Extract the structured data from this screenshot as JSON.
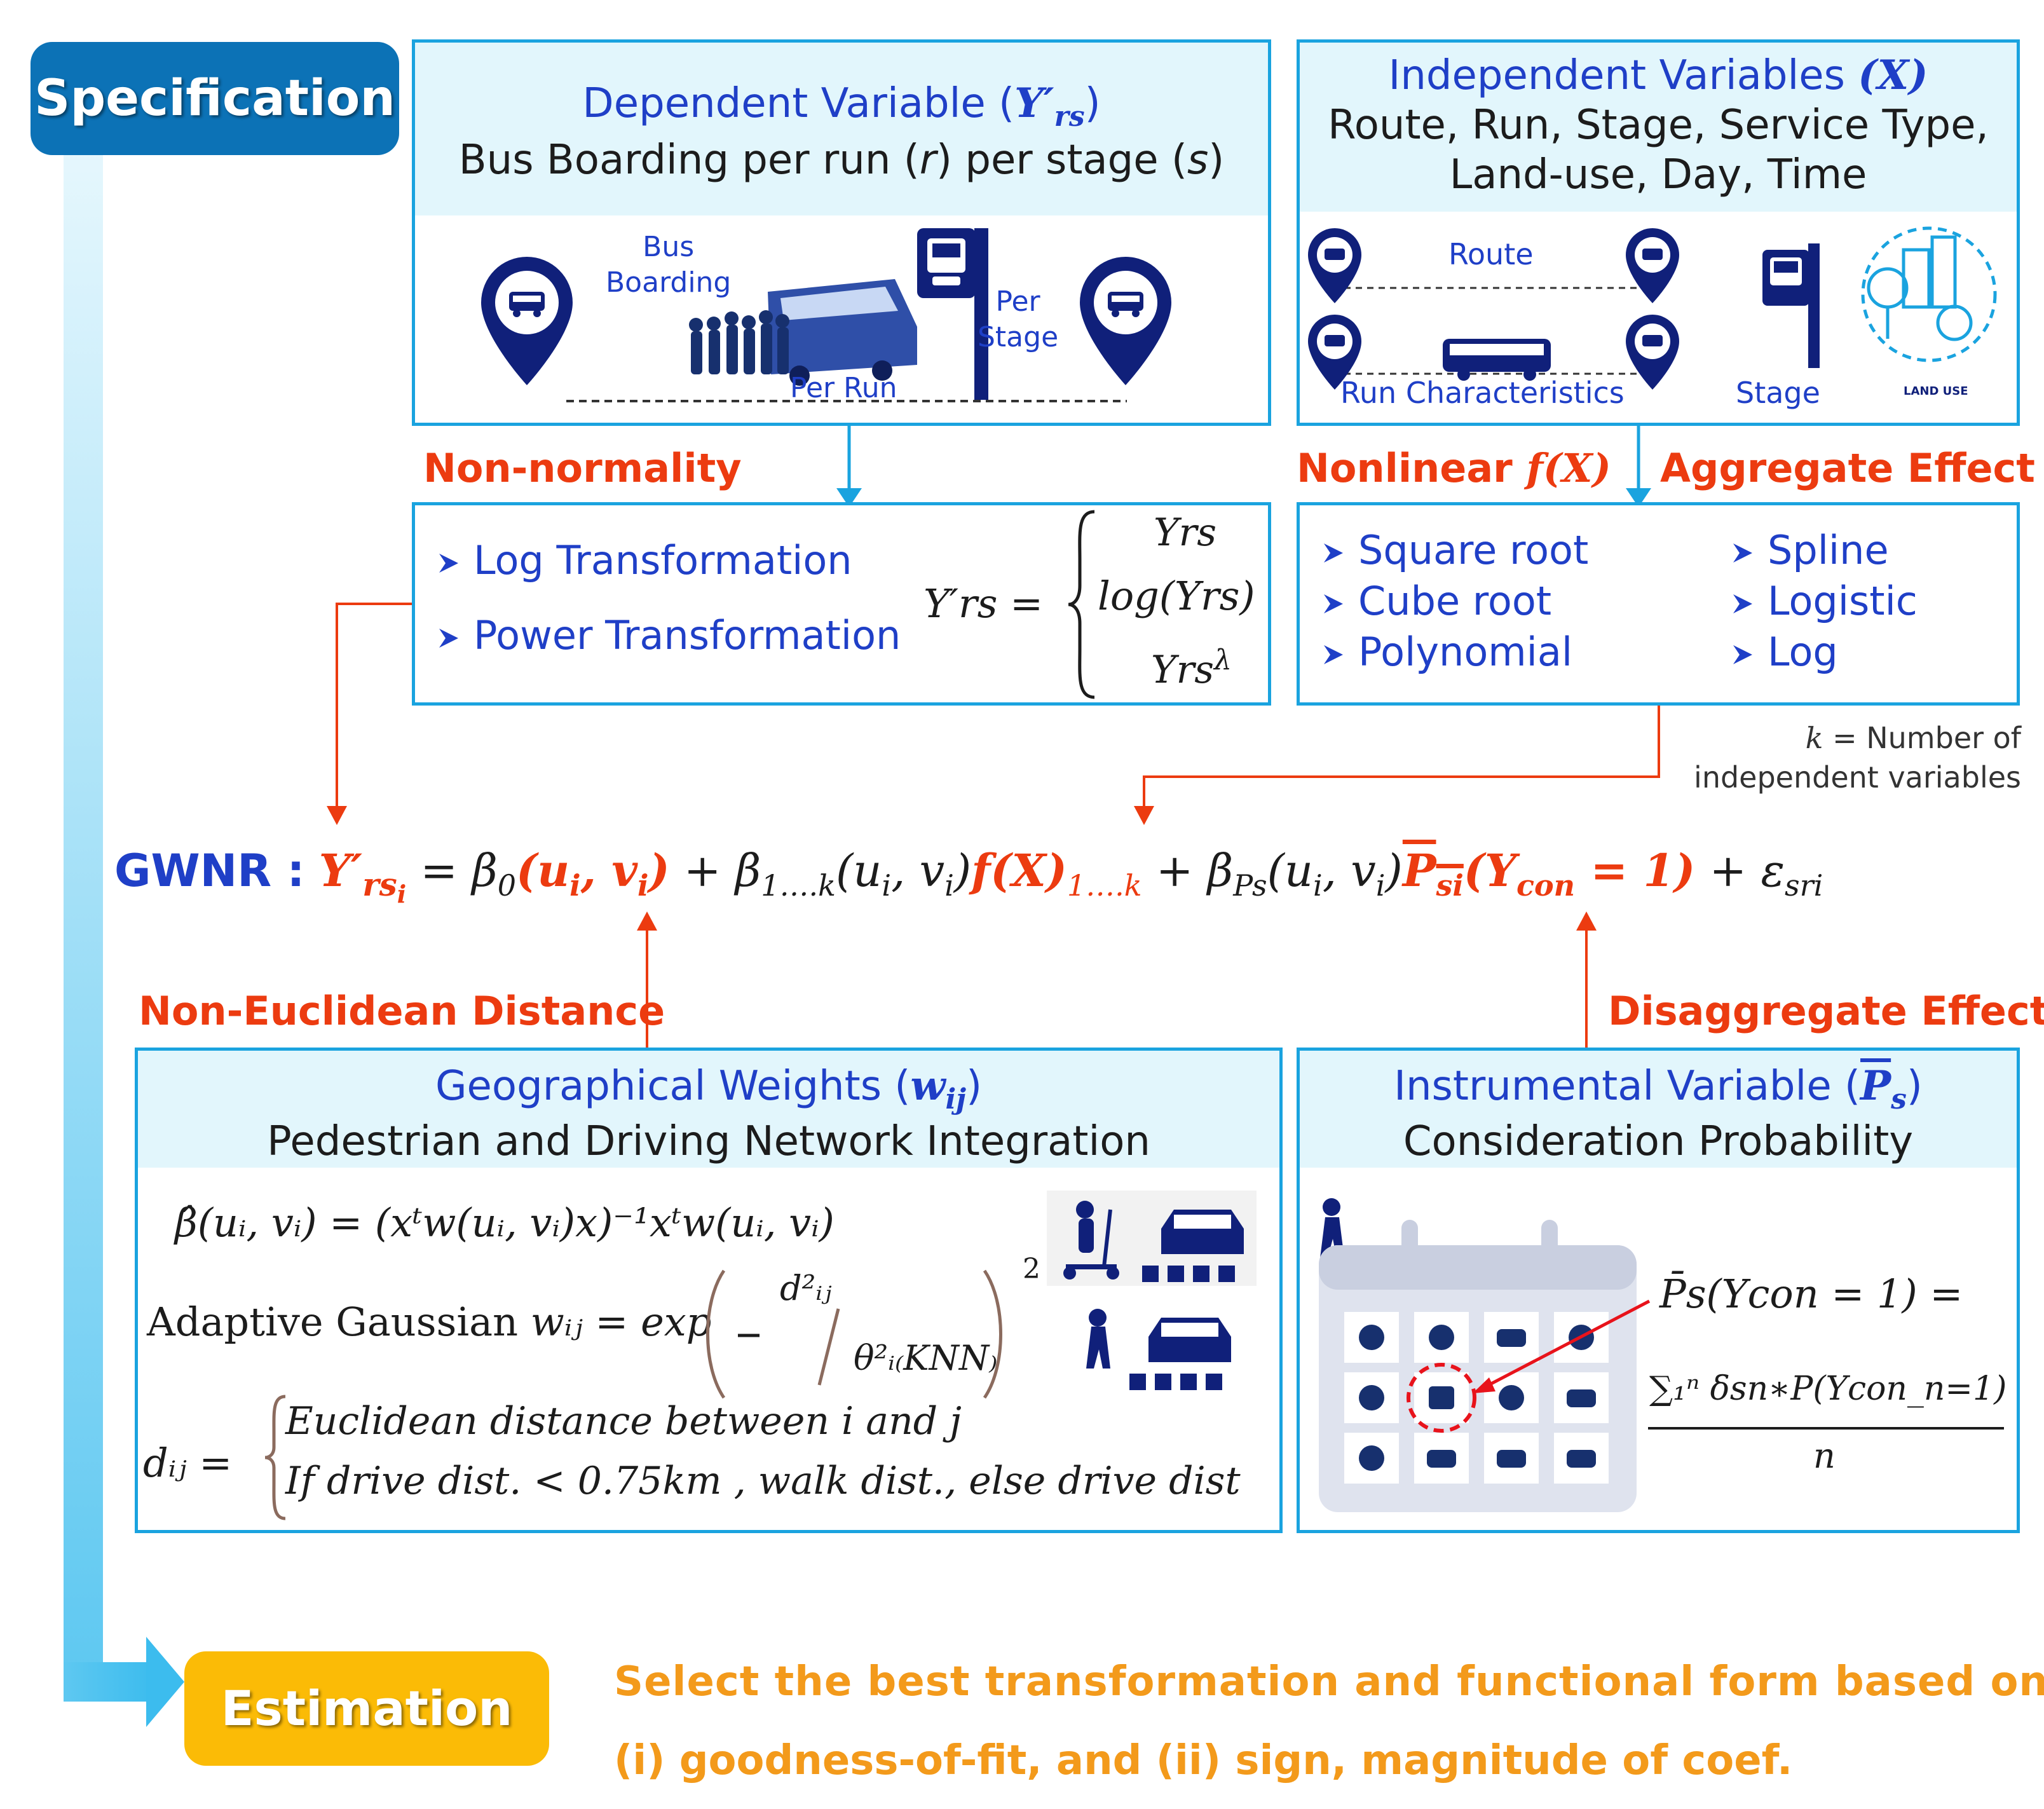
{
  "pills": {
    "specification": "Specification",
    "estimation": "Estimation"
  },
  "dependent": {
    "title_prefix": "Dependent Variable (",
    "title_symbol": "Y′",
    "title_sub": "rs",
    "title_suffix": ")",
    "subtitle_a": "Bus Boarding per run (",
    "subtitle_r": "r",
    "subtitle_b": ") per stage (",
    "subtitle_s": "s",
    "subtitle_c": ")",
    "label_bus_boarding_1": "Bus",
    "label_bus_boarding_2": "Boarding",
    "label_per_stage_1": "Per",
    "label_per_stage_2": "Stage",
    "label_per_run": "Per Run"
  },
  "independent": {
    "title_prefix": "Independent Variables ",
    "title_symbol": "(X)",
    "line1": "Route, Run, Stage, Service Type,",
    "line2": "Land-use, Day, Time",
    "label_route": "Route",
    "label_run": "Run Characteristics",
    "label_stage": "Stage",
    "label_landuse": "LAND USE"
  },
  "labels": {
    "non_normality": "Non-normality",
    "nonlinear": "Nonlinear ",
    "nonlinear_fx": "f(X)",
    "aggregate": "Aggregate Effect",
    "non_euclidean": "Non-Euclidean Distance",
    "disaggregate": "Disaggregate Effect"
  },
  "transform": {
    "items": [
      "Log Transformation",
      "Power Transformation"
    ],
    "lhs": "Y′rs =",
    "case1": "Yrs",
    "case2": "log(Yrs)",
    "case3": "Yrs",
    "case3_exp": "λ"
  },
  "functions": {
    "left": [
      "Square root",
      "Cube root",
      "Polynomial"
    ],
    "right": [
      "Spline",
      "Logistic",
      "Log"
    ]
  },
  "k_note": {
    "k": "k",
    "line1": " = Number of",
    "line2": "independent variables"
  },
  "gwnr": {
    "label": "GWNR :",
    "lhs": "Y′",
    "lhs_sub": "rs",
    "lhs_subsub": "i",
    "eq": " = β",
    "b0_sub": "0",
    "uv0": "(u",
    "uv0_i": "i",
    "uv0_mid": ", v",
    "uv0_end": ")",
    "plus1": " + β",
    "b1_sub": "1….k",
    "uv1": "(u",
    "uv1_mid": ", v",
    "uv1_end": ")",
    "fx": "f(X)",
    "fx_sub": "1….k",
    "plus2": " + β",
    "bps_sub": "Ps",
    "uv2": "(u",
    "uv2_mid": ", v",
    "uv2_end": ")",
    "psi": "P",
    "psi_sub": "si",
    "ycon": "(Y",
    "ycon_sub": "con",
    "ycon_end": " = 1)",
    "plus3": " + ε",
    "eps_sub": "sri"
  },
  "geo": {
    "title_prefix": "Geographical Weights (",
    "title_symbol": "w",
    "title_sub": "ij",
    "title_suffix": ")",
    "subtitle": "Pedestrian and Driving Network Integration",
    "beta_eq": "β̂(uᵢ, vᵢ) = (xᵗw(uᵢ, vᵢ)x)⁻¹xᵗw(uᵢ, vᵢ)",
    "adaptive_label": "Adaptive Gaussian ",
    "adaptive_eq": "wᵢⱼ = exp",
    "num": "d²ᵢⱼ",
    "den": "θ²ᵢ₍KNN₎",
    "power": "2",
    "d_lhs": "dᵢⱼ =",
    "d_case1": "Euclidean distance between i and j",
    "d_case2": "If drive dist. < 0.75km , walk dist., else drive dist"
  },
  "instr": {
    "title_prefix": "Instrumental Variable (",
    "title_symbol": "P",
    "title_sub": "s",
    "title_suffix": ")",
    "subtitle": "Consideration Probability",
    "eq_lhs": "P̄s(Ycon = 1) =",
    "numer": "∑₁ⁿ δsn∗P(Ycon_n=1)",
    "denom": "n"
  },
  "estimation": {
    "line1": "Select the best transformation and functional form based on",
    "line2": "(i) goodness-of-fit, and (ii) sign, magnitude of coef."
  },
  "colors": {
    "box_border": "#1aa3df",
    "header_fill": "#e2f6fc",
    "text_blue": "#1f3fc7",
    "accent_red": "#ec3b10",
    "icon_navy": "#10207a",
    "spec_pill": "#0c72b6",
    "est_pill": "#fbbb06",
    "est_text": "#f39a1b"
  }
}
